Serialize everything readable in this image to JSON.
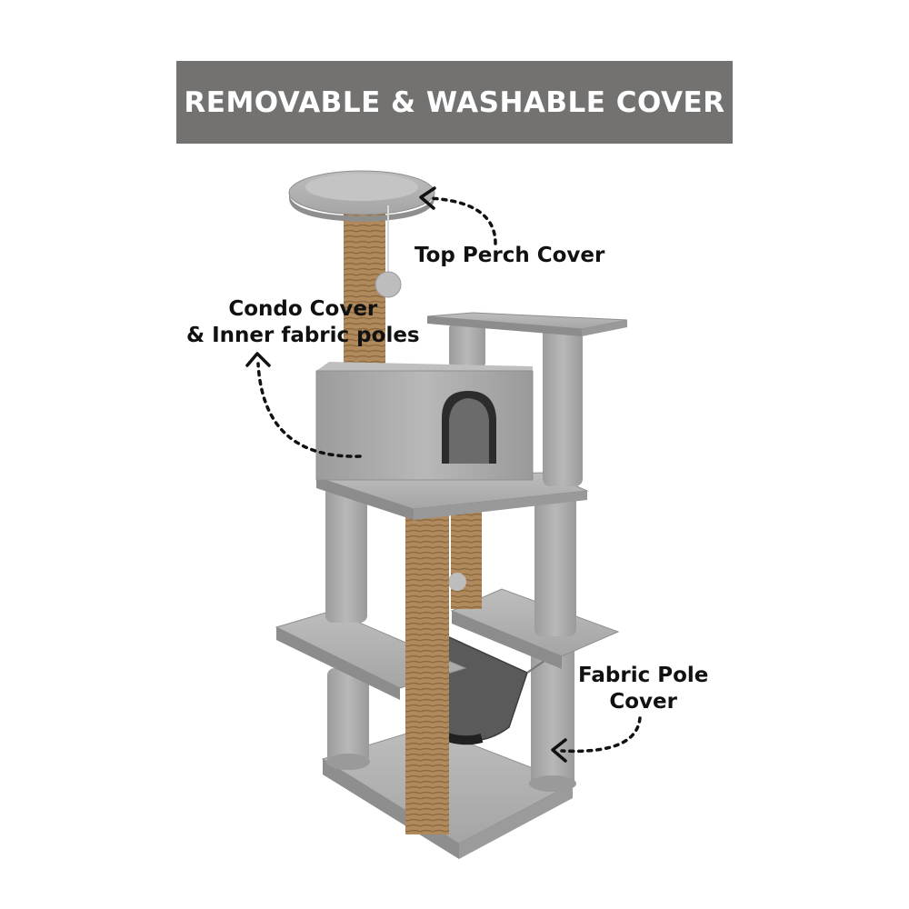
{
  "banner": {
    "title": "REMOVABLE & WASHABLE COVER",
    "background": "#737270",
    "text_color": "#ffffff"
  },
  "callouts": {
    "top_perch": "Top Perch Cover",
    "condo_line1": "Condo Cover",
    "condo_line2": "& Inner fabric poles",
    "fabric_pole_line1": "Fabric Pole",
    "fabric_pole_line2": "Cover"
  },
  "product": {
    "fabric_color": "#a9a9a9",
    "sisal_color": "#b08a5c"
  }
}
